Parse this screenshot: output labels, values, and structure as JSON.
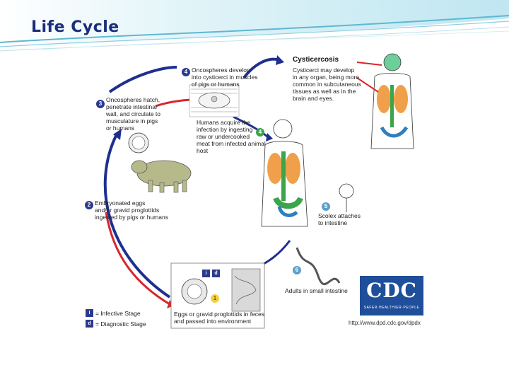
{
  "slide": {
    "title": "Life Cycle"
  },
  "figure": {
    "cysticercosis_title": "Cysticercosis",
    "cysticercosis_text": [
      "Cysticerci may develop",
      "in any organ, being more",
      "common in subcutaneous",
      "tissues as well as in the",
      "brain and eyes."
    ],
    "steps": [
      {
        "num": "1",
        "lines": [
          "Eggs or gravid proglottids in feces",
          "and passed into environment"
        ]
      },
      {
        "num": "2",
        "lines": [
          "Embryonated eggs",
          "and/or gravid proglottids",
          "ingested by pigs or humans"
        ]
      },
      {
        "num": "3",
        "lines": [
          "Oncospheres hatch,",
          "penetrate intestinal",
          "wall, and circulate to",
          "musculature in pigs",
          "or humans"
        ]
      },
      {
        "num": "4",
        "lines": [
          "Oncospheres develop",
          "into cysticerci in muscles",
          "of pigs or humans"
        ]
      },
      {
        "num": "4",
        "lines": [
          "Humans acquire the",
          "infection by ingesting",
          "raw or undercooked",
          "meat from infected animal host"
        ]
      },
      {
        "num": "5",
        "lines": [
          "Scolex attaches",
          "to intestine"
        ]
      },
      {
        "num": "6",
        "lines": [
          "Adults in small intestine"
        ]
      }
    ],
    "legend": {
      "infective_symbol": "i",
      "infective_label": "= Infective Stage",
      "diagnostic_symbol": "d",
      "diagnostic_label": "= Diagnostic Stage"
    },
    "cdc_logo": "CDC",
    "cdc_tagline": "SAFER·HEALTHIER·PEOPLE",
    "url": "http://www.dpd.cdc.gov/dpdx"
  }
}
